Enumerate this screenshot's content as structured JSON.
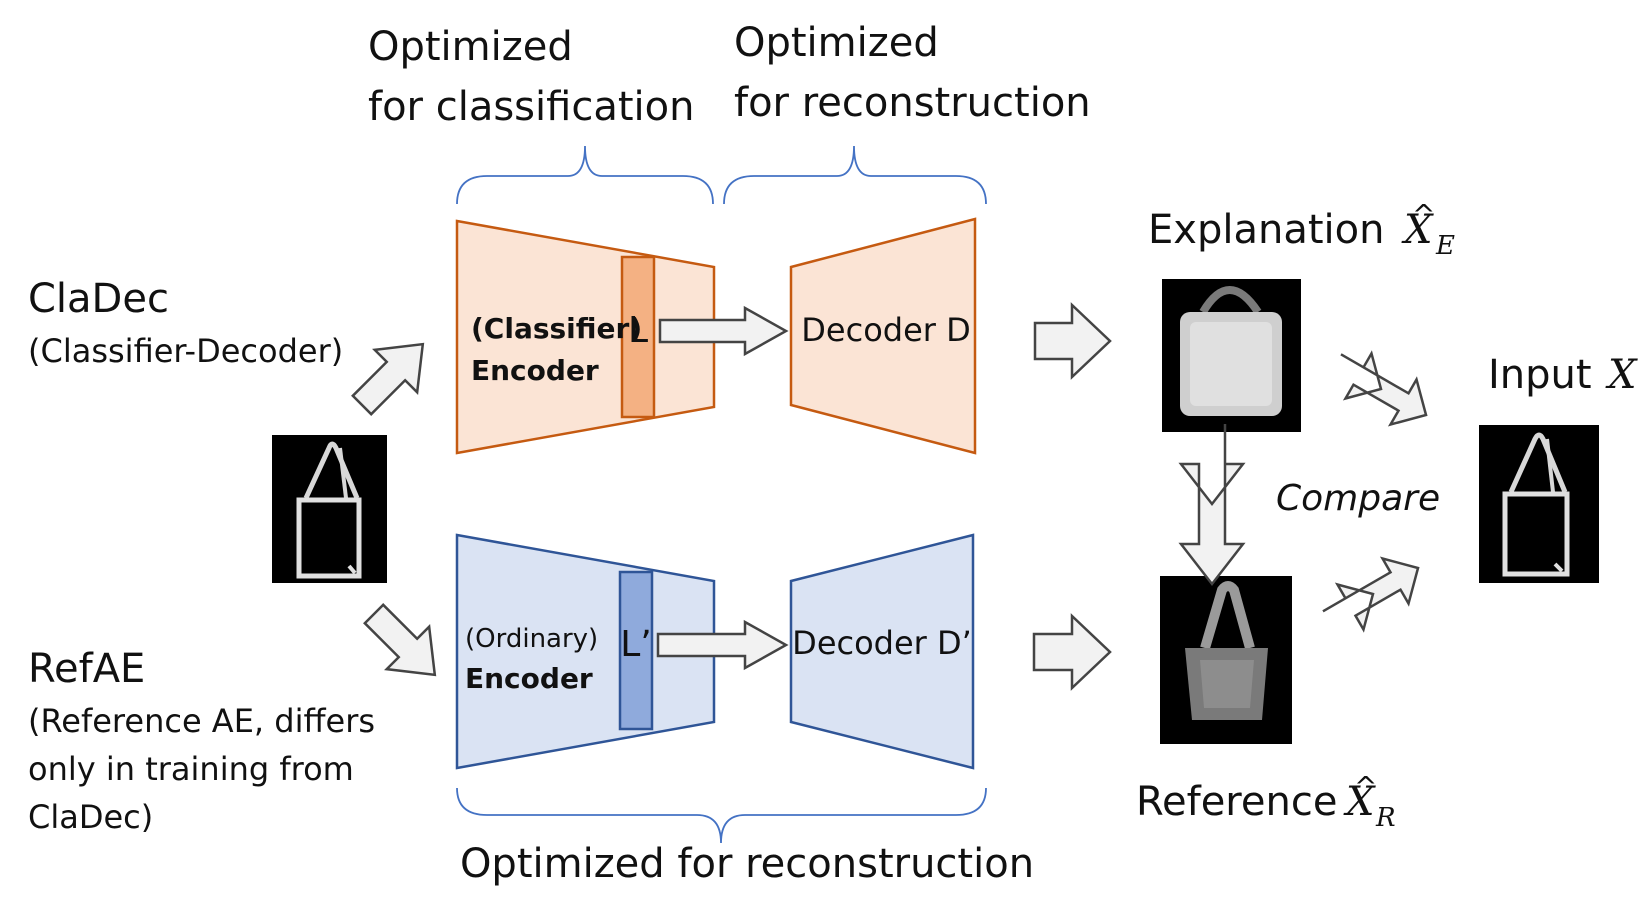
{
  "top_labels": {
    "classification_line1": "Optimized",
    "classification_line2": "for classification",
    "reconstruction_line1": "Optimized",
    "reconstruction_line2": "for reconstruction"
  },
  "cladec": {
    "title": "ClaDec",
    "subtitle": "(Classifier-Decoder)",
    "encoder_line1": "(Classifier)",
    "encoder_line2": "Encoder",
    "latent": "L",
    "decoder": "Decoder D"
  },
  "refae": {
    "title": "RefAE",
    "subtitle_line1": "(Reference AE, differs",
    "subtitle_line2": "only in training from",
    "subtitle_line3": "ClaDec)",
    "encoder_line1": "(Ordinary)",
    "encoder_line2": "Encoder",
    "latent": "L’",
    "decoder": "Decoder D’"
  },
  "bottom_label": "Optimized for reconstruction",
  "right": {
    "explanation_label": "Explanation",
    "explanation_symbol": "X",
    "explanation_sub": "E",
    "reference_label": "Reference",
    "reference_symbol": "X",
    "reference_sub": "R",
    "input_label": "Input",
    "input_symbol": "X",
    "compare": "Compare"
  },
  "colors": {
    "orange_fill": "#fbe4d5",
    "orange_stroke": "#c55a11",
    "orange_latent": "#f4b183",
    "blue_fill": "#dae3f3",
    "blue_stroke": "#2f5597",
    "blue_latent": "#8faadc",
    "arrow_fill": "#f2f2f2",
    "arrow_stroke": "#444444",
    "brace": "#4472c4"
  }
}
